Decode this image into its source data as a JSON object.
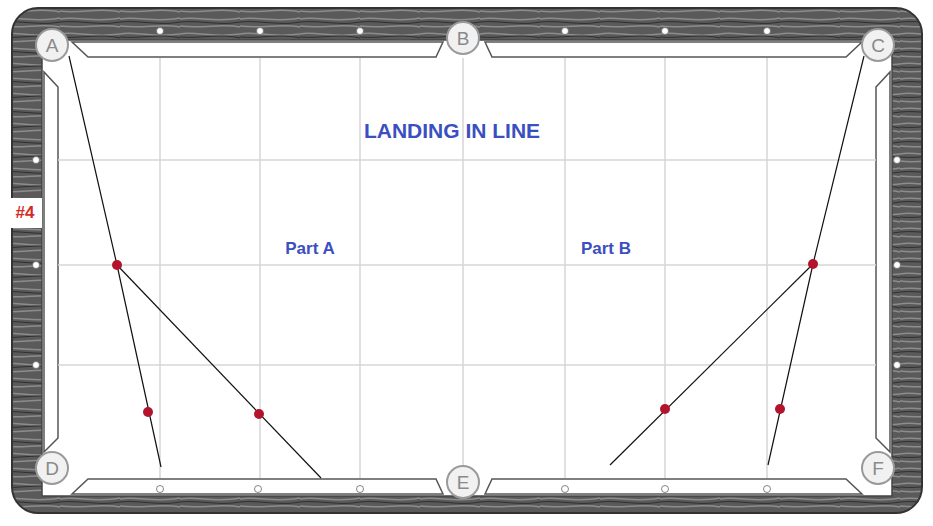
{
  "diagram": {
    "title": "LANDING IN LINE",
    "nodes": [
      {
        "text": [
          "A"
        ]
      },
      {
        "text": [
          "B"
        ]
      },
      {
        "text": [
          "C"
        ]
      },
      {
        "text": [
          "D"
        ]
      },
      {
        "text": [
          "E"
        ]
      },
      {
        "text": [
          "F"
        ]
      }
    ],
    "labels": [
      "Part A",
      "Part B",
      "#4"
    ]
  }
}
